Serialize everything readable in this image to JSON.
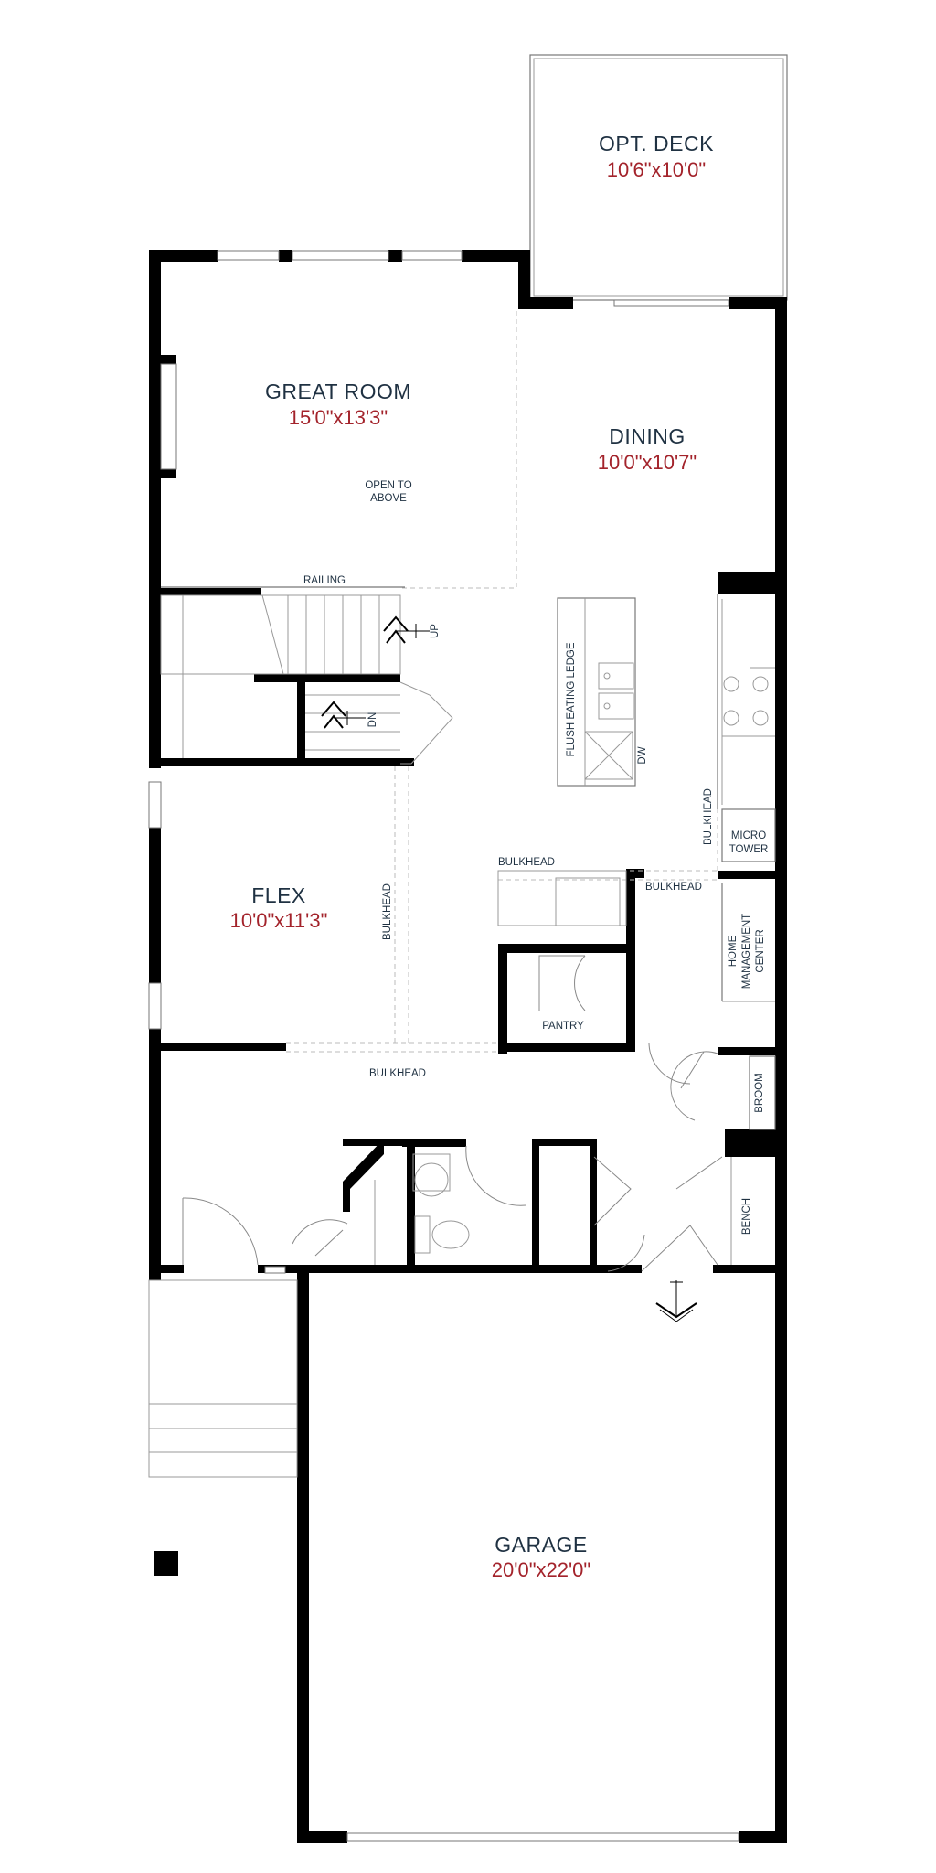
{
  "rooms": {
    "deck": {
      "name": "OPT. DECK",
      "dims": "10'6\"x10'0\""
    },
    "great": {
      "name": "GREAT ROOM",
      "dims": "15'0\"x13'3\""
    },
    "dining": {
      "name": "DINING",
      "dims": "10'0\"x10'7\""
    },
    "flex": {
      "name": "FLEX",
      "dims": "10'0\"x11'3\""
    },
    "garage": {
      "name": "GARAGE",
      "dims": "20'0\"x22'0\""
    }
  },
  "labels": {
    "open_to_above_1": "OPEN TO",
    "open_to_above_2": "ABOVE",
    "railing": "RAILING",
    "up": "UP",
    "dn": "DN",
    "flush_eating_ledge": "FLUSH EATING LEDGE",
    "dw": "DW",
    "bulkhead": "BULKHEAD",
    "micro_tower_1": "MICRO",
    "micro_tower_2": "TOWER",
    "home_mgmt_1": "HOME",
    "home_mgmt_2": "MANAGEMENT",
    "home_mgmt_3": "CENTER",
    "pantry": "PANTRY",
    "broom": "BROOM",
    "bench": "BENCH"
  },
  "colors": {
    "room_name": "#1f3142",
    "room_dims": "#a3232b",
    "wall": "#000000"
  }
}
